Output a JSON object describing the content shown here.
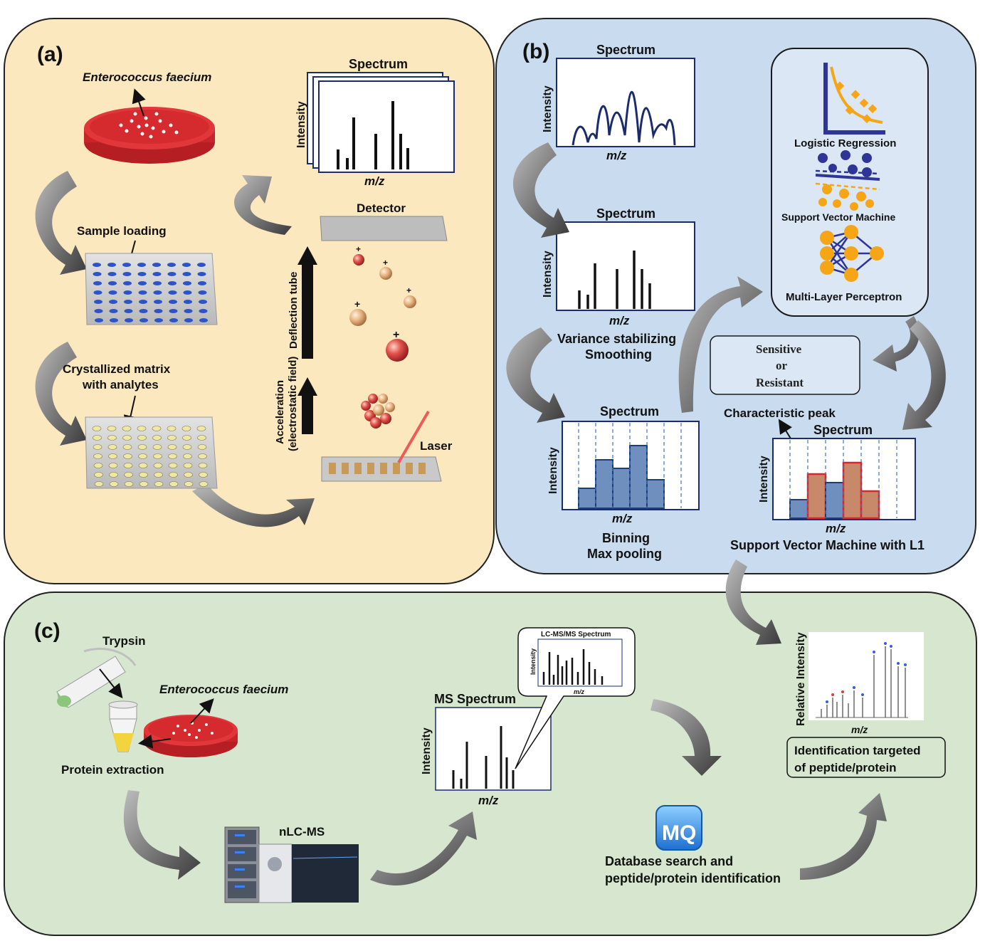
{
  "panel_a": {
    "tag": "(a)",
    "organism": "Enterococcus faecium",
    "sample_loading": "Sample loading",
    "crystallized_1": "Crystallized matrix",
    "crystallized_2": "with analytes",
    "spectrum_title": "Spectrum",
    "intensity": "Intensity",
    "mz": "m/z",
    "detector": "Detector",
    "deflection": "Deflection tube",
    "acceleration_1": "Acceleration",
    "acceleration_2": "(electrostatic field)",
    "laser": "Laser"
  },
  "panel_b": {
    "tag": "(b)",
    "spectrum_title": "Spectrum",
    "intensity": "Intensity",
    "mz": "m/z",
    "vs_1": "Variance stabilizing",
    "vs_2": "Smoothing",
    "binning_1": "Binning",
    "binning_2": "Max pooling",
    "characteristic_peak": "Characteristic peak",
    "svm_l1": "Support Vector Machine with L1",
    "models": [
      "Logistic Regression",
      "Support Vector Machine",
      "Multi-Layer Perceptron"
    ],
    "result_1": "Sensitive",
    "result_2": "or",
    "result_3": "Resistant"
  },
  "panel_c": {
    "tag": "(c)",
    "trypsin": "Trypsin",
    "organism": "Enterococcus faecium",
    "protein_extraction": "Protein extraction",
    "nlcms": "nLC-MS",
    "ms_spectrum": "MS Spectrum",
    "lcmsms_spectrum": "LC-MS/MS Spectrum",
    "intensity": "Intensity",
    "mz": "m/z",
    "mq_logo": "MQ",
    "db_1": "Database search and",
    "db_2": "peptide/protein identification",
    "relative_intensity": "Relative Intensity",
    "id_1": "Identification targeted",
    "id_2": "of peptide/protein"
  },
  "colors": {
    "panel_a_bg": "#fbe8bf",
    "panel_b_bg": "#c9dcef",
    "panel_c_bg": "#d6e6cf",
    "petri_red": "#d8262a",
    "bin_blue": "#6f8fbf",
    "bin_orange": "#c8886a",
    "ml_orange": "#f5a516",
    "ml_navy": "#2e3597"
  }
}
